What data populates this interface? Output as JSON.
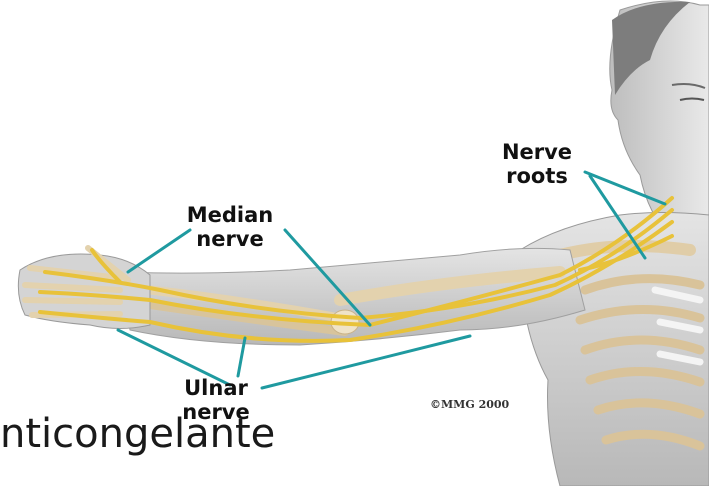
{
  "figure": {
    "labels": {
      "median_line1": "Median",
      "median_line2": "nerve",
      "roots_line1": "Nerve",
      "roots_line2": "roots",
      "ulnar_line1": "Ulnar",
      "ulnar_line2": "nerve"
    },
    "copyright": "©MMG 2000",
    "colors": {
      "nerve": "#e8c23a",
      "pointer": "#1f9aa0",
      "skin": "#cfcfcf",
      "bone": "#e6d6b8"
    }
  },
  "caption": "nticongelante"
}
